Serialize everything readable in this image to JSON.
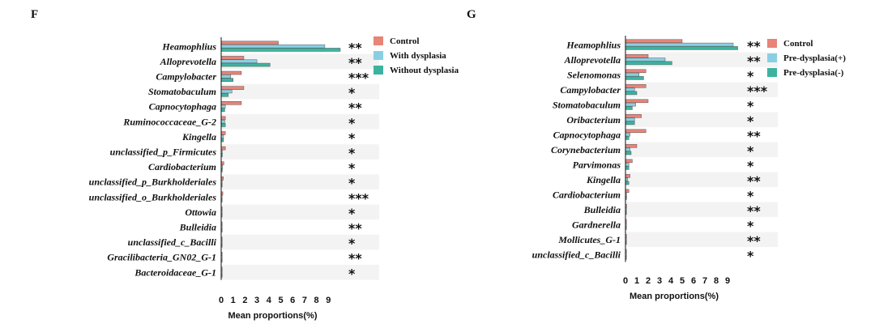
{
  "colors": {
    "control": "#e88478",
    "group2": "#89cfe3",
    "group3": "#3db39f",
    "stripe": "#f3f3f3"
  },
  "chart_data": [
    {
      "panel": "F",
      "type": "bar",
      "orientation": "horizontal",
      "xlabel": "Mean proportions(%)",
      "xticks": [
        "0",
        "1",
        "2",
        "3",
        "4",
        "5",
        "6",
        "7",
        "8",
        "9"
      ],
      "xlim": [
        0,
        10
      ],
      "legend_position": "right",
      "categories": [
        "Heamophlius",
        "Alloprevotella",
        "Campylobacter",
        "Stomatobaculum",
        "Capnocytophaga",
        "Ruminococcaceae_G-2",
        "Kingella",
        "unclassified_p_Firmicutes",
        "Cardiobacterium",
        "unclassified_p_Burkholderiales",
        "unclassified_o_Burkholderiales",
        "Ottowia",
        "Bulleidia",
        "unclassified_c_Bacilli",
        "Gracilibacteria_GN02_G-1",
        "Bacteroidaceae_G-1"
      ],
      "significance": [
        "**",
        "**",
        "***",
        "*",
        "**",
        "*",
        "*",
        "*",
        "*",
        "*",
        "***",
        "*",
        "**",
        "*",
        "**",
        "*"
      ],
      "series": [
        {
          "name": "Control",
          "values": [
            4.8,
            1.9,
            1.7,
            1.9,
            1.7,
            0.35,
            0.35,
            0.35,
            0.22,
            0.18,
            0.14,
            0.08,
            0.08,
            0.06,
            0.06,
            0.04
          ]
        },
        {
          "name": "With dysplasia",
          "values": [
            8.7,
            3.0,
            0.8,
            0.9,
            0.35,
            0.3,
            0.2,
            0.1,
            0.12,
            0.06,
            0.05,
            0.05,
            0.04,
            0.04,
            0.06,
            0.04
          ]
        },
        {
          "name": "Without dysplasia",
          "values": [
            10.0,
            4.1,
            1.0,
            0.6,
            0.3,
            0.35,
            0.2,
            0.1,
            0.1,
            0.05,
            0.04,
            0.04,
            0.03,
            0.04,
            0.04,
            0.03
          ]
        }
      ]
    },
    {
      "panel": "G",
      "type": "bar",
      "orientation": "horizontal",
      "xlabel": "Mean proportions(%)",
      "xticks": [
        "0",
        "1",
        "2",
        "3",
        "4",
        "5",
        "6",
        "7",
        "8",
        "9"
      ],
      "xlim": [
        0,
        10
      ],
      "legend_position": "right",
      "categories": [
        "Heamophlius",
        "Alloprevotella",
        "Selenomonas",
        "Campylobacter",
        "Stomatobaculum",
        "Oribacterium",
        "Capnocytophaga",
        "Corynebacterium",
        "Parvimonas",
        "Kingella",
        "Cardiobacterium",
        "Bulleidia",
        "Gardnerella",
        "Mollicutes_G-1",
        "unclassified_c_Bacilli"
      ],
      "significance": [
        "**",
        "**",
        "*",
        "***",
        "*",
        "*",
        "**",
        "*",
        "*",
        "**",
        "*",
        "**",
        "*",
        "**",
        "*"
      ],
      "series": [
        {
          "name": "Control",
          "values": [
            5.0,
            2.0,
            1.8,
            1.8,
            2.0,
            1.4,
            1.8,
            1.0,
            0.6,
            0.4,
            0.3,
            0.1,
            0.08,
            0.06,
            0.06
          ]
        },
        {
          "name": "Pre-dysplasia(+)",
          "values": [
            9.5,
            3.5,
            1.2,
            0.8,
            0.9,
            0.8,
            0.4,
            0.4,
            0.3,
            0.2,
            0.1,
            0.05,
            0.05,
            0.05,
            0.04
          ]
        },
        {
          "name": "Pre-dysplasia(-)",
          "values": [
            9.9,
            4.1,
            1.6,
            1.0,
            0.6,
            0.8,
            0.3,
            0.5,
            0.3,
            0.3,
            0.1,
            0.05,
            0.05,
            0.05,
            0.04
          ]
        }
      ]
    }
  ]
}
